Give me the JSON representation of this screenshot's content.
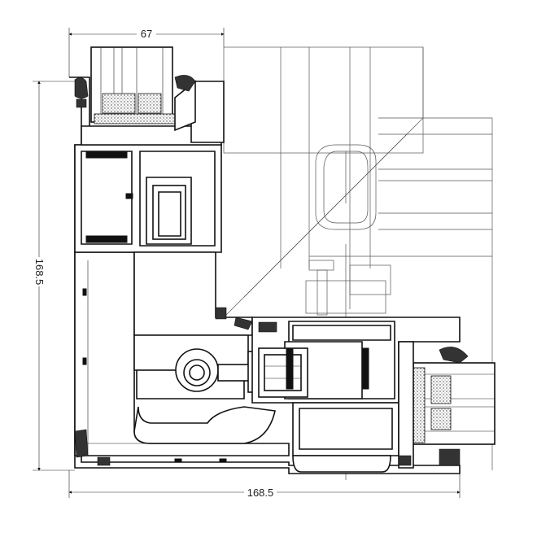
{
  "dimensions": {
    "top_width": "67",
    "left_height": "168.5",
    "bottom_width": "168.5"
  },
  "colors": {
    "line": "#111111",
    "background": "#ffffff"
  }
}
